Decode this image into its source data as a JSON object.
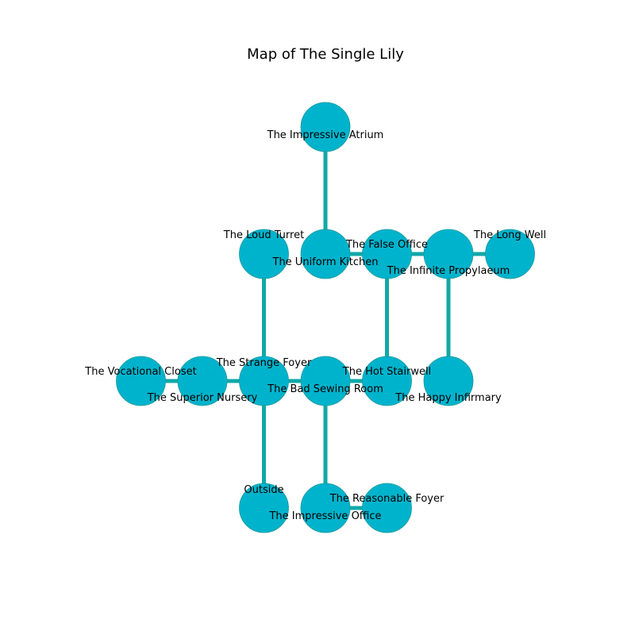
{
  "title": "Map of The Single Lily",
  "colors": {
    "node_fill": "#00b3cc",
    "edge": "#12a8a8",
    "background": "#ffffff"
  },
  "rooms": [
    {
      "id": "impressive-atrium",
      "label": "The Impressive Atrium",
      "col": 2,
      "row": 0
    },
    {
      "id": "loud-turret",
      "label": "The Loud Turret",
      "col": 1,
      "row": 2
    },
    {
      "id": "uniform-kitchen",
      "label": "The Uniform Kitchen",
      "col": 2,
      "row": 2
    },
    {
      "id": "false-office",
      "label": "The False Office",
      "col": 3,
      "row": 2
    },
    {
      "id": "infinite-propylaeum",
      "label": "The Infinite Propylaeum",
      "col": 4,
      "row": 2
    },
    {
      "id": "long-well",
      "label": "The Long Well",
      "col": 5,
      "row": 2
    },
    {
      "id": "vocational-closet",
      "label": "The Vocational Closet",
      "col": -1,
      "row": 4
    },
    {
      "id": "superior-nursery",
      "label": "The Superior Nursery",
      "col": 0,
      "row": 4
    },
    {
      "id": "strange-foyer",
      "label": "The Strange Foyer",
      "col": 1,
      "row": 4
    },
    {
      "id": "bad-sewing-room",
      "label": "The Bad Sewing Room",
      "col": 2,
      "row": 4
    },
    {
      "id": "hot-stairwell",
      "label": "The Hot Stairwell",
      "col": 3,
      "row": 4
    },
    {
      "id": "happy-infirmary",
      "label": "The Happy Infirmary",
      "col": 4,
      "row": 4
    },
    {
      "id": "outside",
      "label": "Outside",
      "col": 1,
      "row": 6
    },
    {
      "id": "impressive-office",
      "label": "The Impressive Office",
      "col": 2,
      "row": 6
    },
    {
      "id": "reasonable-foyer",
      "label": "The Reasonable Foyer",
      "col": 3,
      "row": 6
    }
  ],
  "connections": [
    [
      "impressive-atrium",
      "uniform-kitchen"
    ],
    [
      "uniform-kitchen",
      "false-office"
    ],
    [
      "false-office",
      "infinite-propylaeum"
    ],
    [
      "infinite-propylaeum",
      "long-well"
    ],
    [
      "false-office",
      "hot-stairwell"
    ],
    [
      "infinite-propylaeum",
      "happy-infirmary"
    ],
    [
      "loud-turret",
      "strange-foyer"
    ],
    [
      "vocational-closet",
      "superior-nursery"
    ],
    [
      "superior-nursery",
      "strange-foyer"
    ],
    [
      "strange-foyer",
      "bad-sewing-room"
    ],
    [
      "bad-sewing-room",
      "hot-stairwell"
    ],
    [
      "strange-foyer",
      "outside"
    ],
    [
      "bad-sewing-room",
      "impressive-office"
    ],
    [
      "impressive-office",
      "reasonable-foyer"
    ]
  ]
}
